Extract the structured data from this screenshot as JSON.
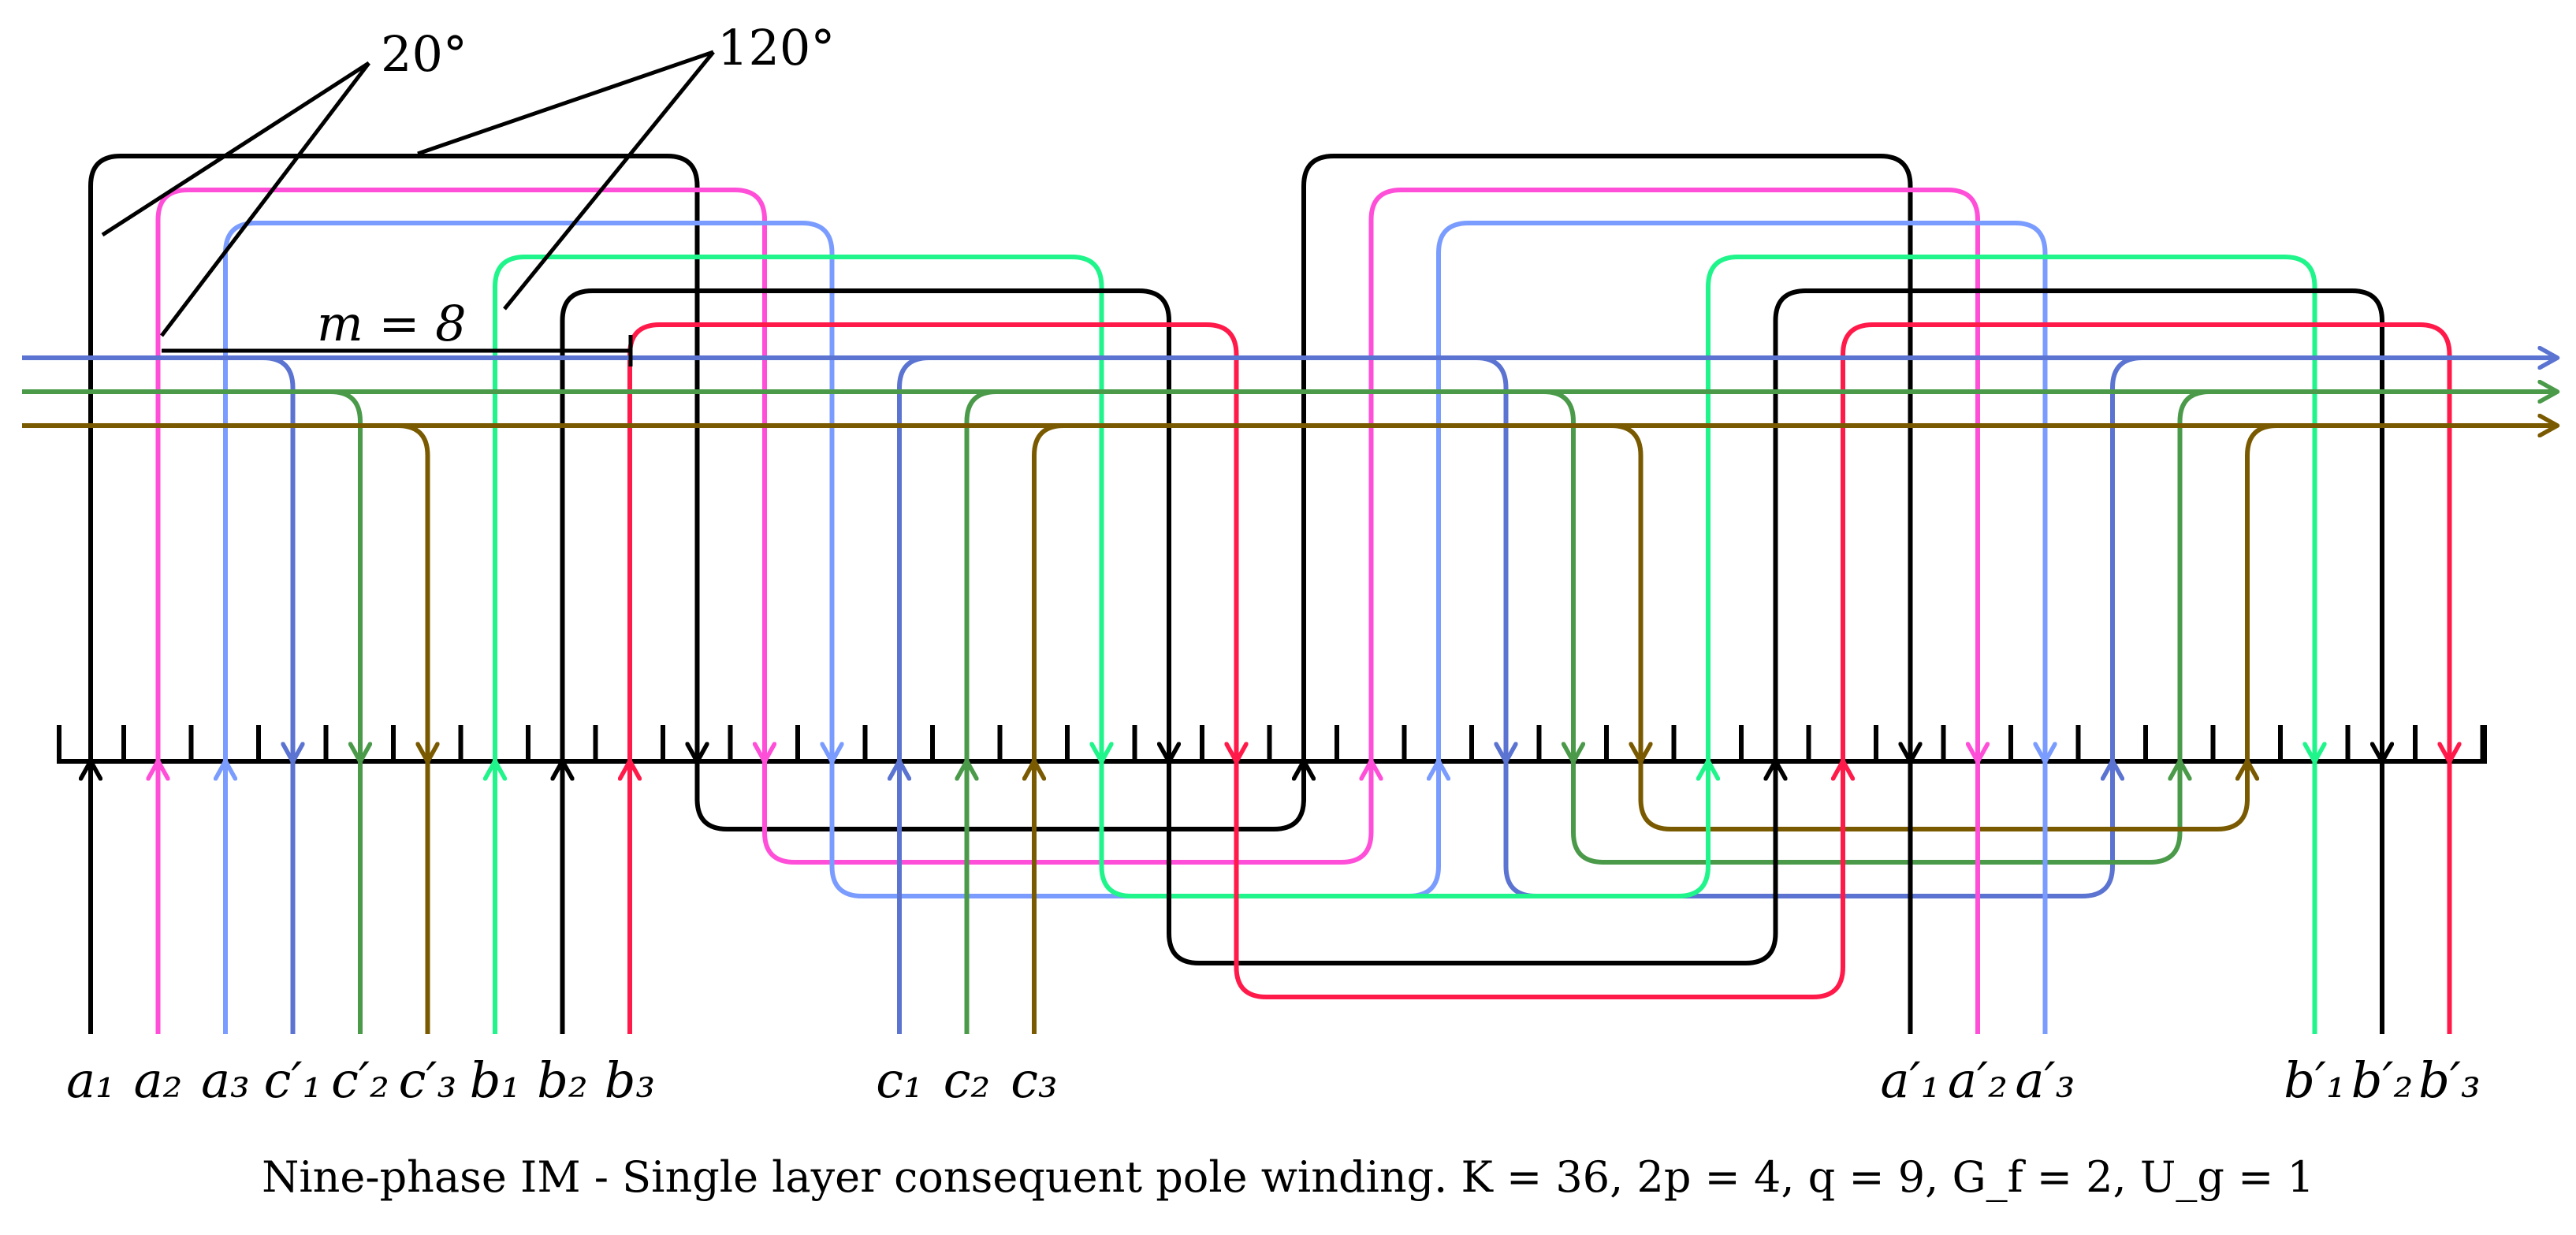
{
  "slot_count": 36,
  "colors": {
    "black": "#000000",
    "magenta": "#ff4fd8",
    "lightblue": "#7b9cff",
    "slateblue": "#5b73d1",
    "green": "#4a9a4a",
    "mint": "#1ff58a",
    "olive": "#7a5a00",
    "red": "#ff1a4a"
  },
  "annotations": {
    "angle_small": "20°",
    "angle_large": "120°",
    "m_label": "m = 8"
  },
  "terminals": [
    {
      "label": "a₁",
      "color": "black"
    },
    {
      "label": "a₂",
      "color": "magenta"
    },
    {
      "label": "a₃",
      "color": "lightblue"
    },
    {
      "label": "c′₁",
      "color": "slateblue"
    },
    {
      "label": "c′₂",
      "color": "green"
    },
    {
      "label": "c′₃",
      "color": "olive"
    },
    {
      "label": "b₁",
      "color": "mint"
    },
    {
      "label": "b₂",
      "color": "black"
    },
    {
      "label": "b₃",
      "color": "red"
    },
    {
      "label": "c₁",
      "color": "slateblue"
    },
    {
      "label": "c₂",
      "color": "green"
    },
    {
      "label": "c₃",
      "color": "olive"
    },
    {
      "label": "a′₁",
      "color": "black"
    },
    {
      "label": "a′₂",
      "color": "magenta"
    },
    {
      "label": "a′₃",
      "color": "lightblue"
    },
    {
      "label": "b′₁",
      "color": "mint"
    },
    {
      "label": "b′₂",
      "color": "black"
    },
    {
      "label": "b′₃",
      "color": "red"
    }
  ],
  "caption": "Nine-phase IM - Single layer consequent pole winding. K = 36, 2p = 4, q = 9, G_f = 2, U_g = 1"
}
